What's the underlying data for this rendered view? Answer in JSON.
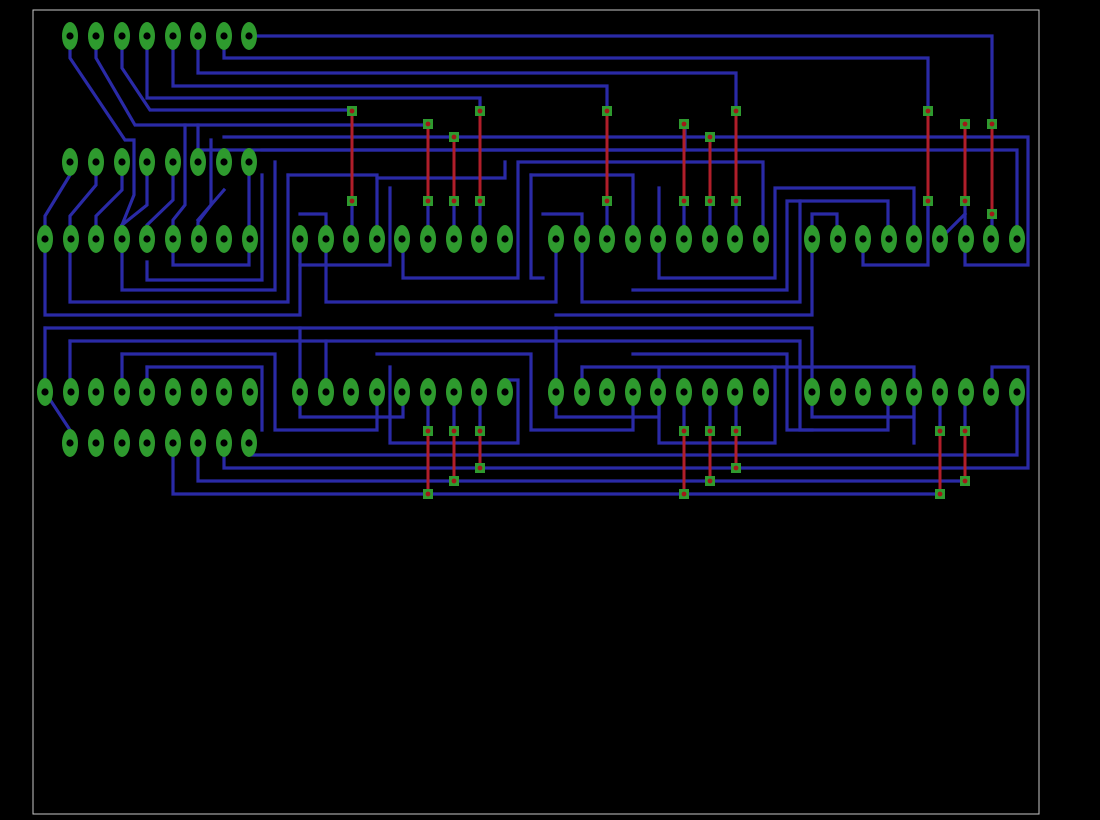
{
  "board": {
    "title": "",
    "colors": {
      "background": "#000000",
      "outline": "#c8c8c8",
      "bottom_trace": "#2a2aa6",
      "top_trace": "#b01e2a",
      "pad": "#2e9a2e",
      "drill": "#000000",
      "via_pad": "#2e9a2e",
      "via_hole": "#a01818"
    },
    "layers": [
      "top-copper",
      "bottom-copper",
      "pads",
      "vias",
      "outline"
    ],
    "components": {
      "header_top": {
        "pins": 8,
        "kind": "pin-header"
      },
      "header_upper_mid": {
        "pins": 8,
        "kind": "pin-header"
      },
      "header_lower": {
        "pins": 8,
        "kind": "pin-header"
      },
      "ic_row_upper": {
        "chips": 4,
        "pins_each": 9,
        "kind": "sip-array"
      },
      "ic_row_lower": {
        "chips": 4,
        "pins_each": 9,
        "kind": "sip-array"
      }
    }
  }
}
